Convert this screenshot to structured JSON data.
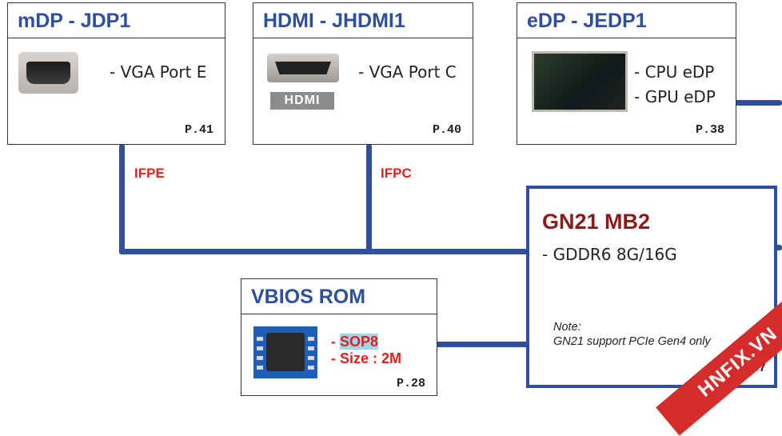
{
  "blocks": {
    "mdp": {
      "title": "mDP - JDP1",
      "desc": "- VGA Port E",
      "page": "P.41"
    },
    "hdmi": {
      "title": "HDMI - JHDMI1",
      "desc": "- VGA Port C",
      "page": "P.40",
      "logo_text": "HDMI"
    },
    "edp": {
      "title": "eDP - JEDP1",
      "desc1": "- CPU eDP",
      "desc2": "- GPU eDP",
      "page": "P.38"
    },
    "vbios": {
      "title": "VBIOS ROM",
      "line1_dash": "- ",
      "line1_mark": "SOP8",
      "line2": "- Size : 2M",
      "page": "P.28"
    },
    "gpu": {
      "title": "GN21 MB2",
      "desc": "- GDDR6 8G/16G",
      "note_label": "Note:",
      "note_text": "GN21 support PCIe Gen4 only",
      "page": "P.7~37"
    }
  },
  "signals": {
    "ifpe": "IFPE",
    "ifpc": "IFPC"
  },
  "watermark": "HNFIX.VN",
  "colors": {
    "line": "#2d4f9e",
    "title_blue": "#2d4f9e",
    "gpu_title": "#8b1a1a",
    "signal_red": "#e02020"
  }
}
